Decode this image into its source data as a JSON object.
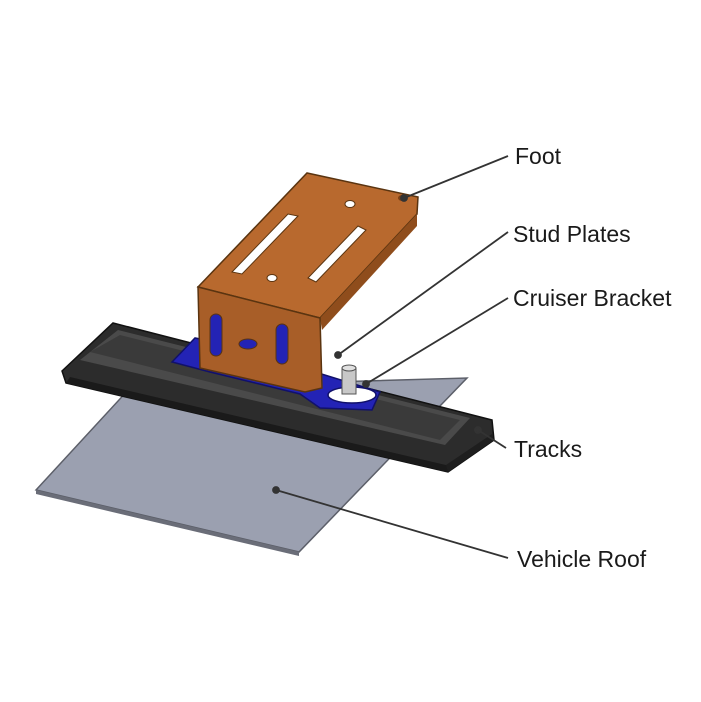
{
  "labels": {
    "foot": "Foot",
    "stud_plates": "Stud Plates",
    "cruiser_bracket": "Cruiser Bracket",
    "tracks": "Tracks",
    "vehicle_roof": "Vehicle Roof"
  },
  "colors": {
    "foot": "#b5692f",
    "stud_plates": "#2222b8",
    "tracks": "#2a2a2a",
    "roof": "#9a9eae",
    "leader": "#333333"
  }
}
